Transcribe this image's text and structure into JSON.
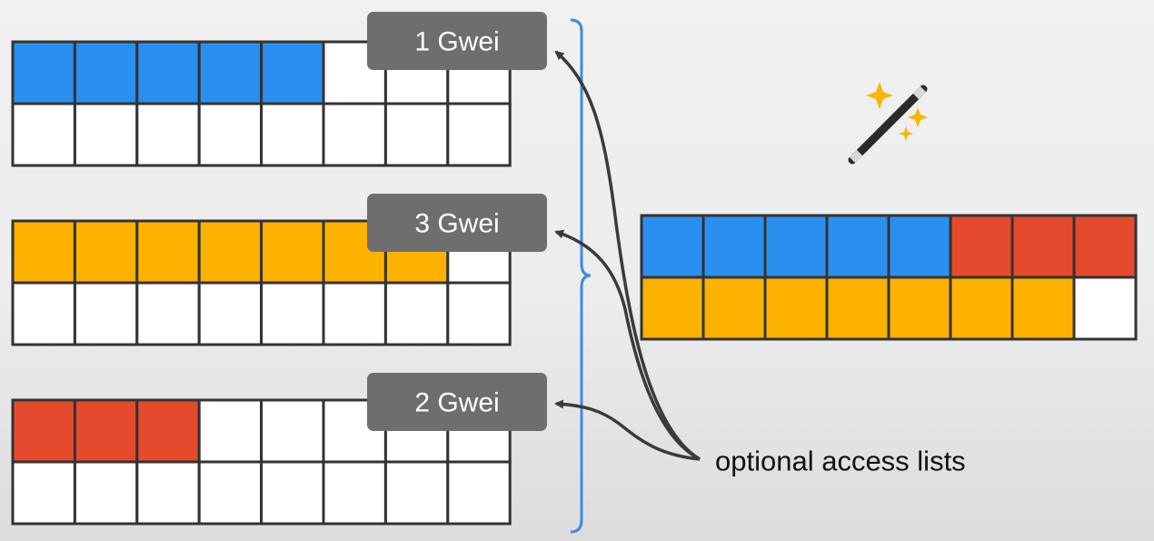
{
  "colors": {
    "blue": "#2b8ff0",
    "yellow": "#fdb200",
    "red": "#e64a2c",
    "empty": "#ffffff",
    "grid": "#333333",
    "label_bg": "#6e6e6e",
    "brace": "#3b8cdf",
    "arrow": "#3a3a3a"
  },
  "transactions": [
    {
      "label": "1 Gwei",
      "color": "blue",
      "filled": 5
    },
    {
      "label": "3 Gwei",
      "color": "yellow",
      "filled": 7
    },
    {
      "label": "2 Gwei",
      "color": "red",
      "filled": 3
    }
  ],
  "block": {
    "rows": [
      [
        "blue",
        "blue",
        "blue",
        "blue",
        "blue",
        "red",
        "red",
        "red"
      ],
      [
        "yellow",
        "yellow",
        "yellow",
        "yellow",
        "yellow",
        "yellow",
        "yellow",
        "empty"
      ]
    ]
  },
  "icon": "magic-wand-icon",
  "caption": "optional access lists"
}
